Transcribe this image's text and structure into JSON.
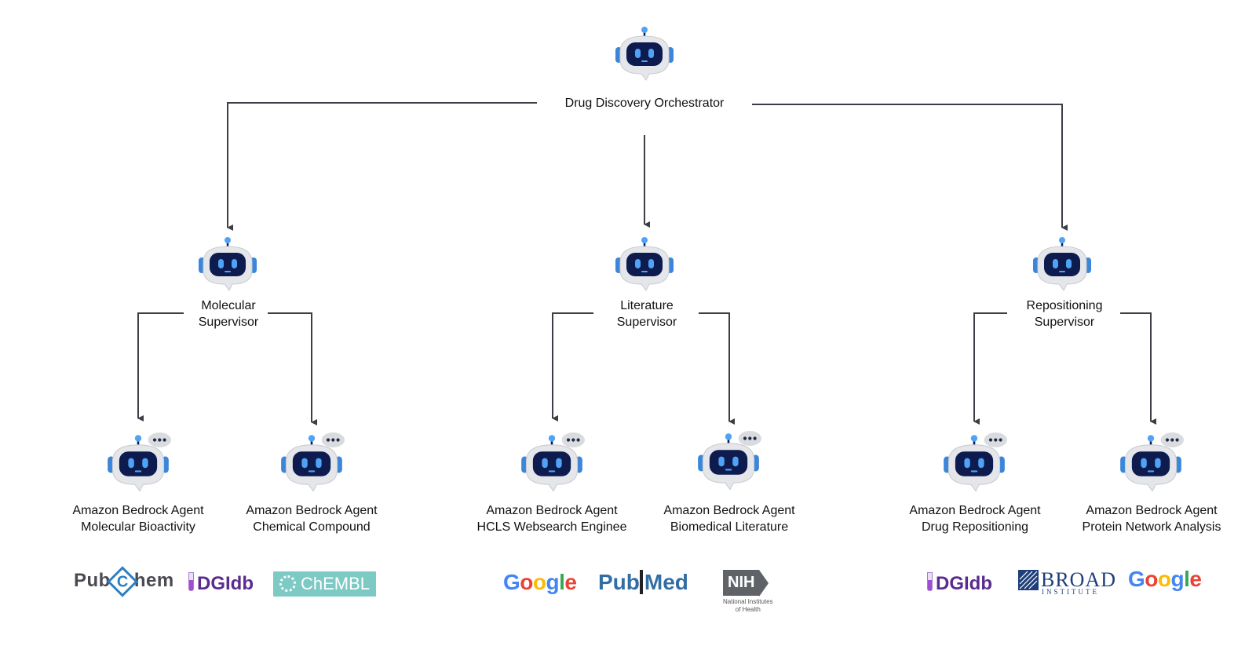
{
  "diagram": {
    "orchestrator": {
      "label": "Drug Discovery Orchestrator"
    },
    "supervisors": [
      {
        "id": "molecular",
        "line1": "Molecular",
        "line2": "Supervisor"
      },
      {
        "id": "literature",
        "line1": "Literature",
        "line2": "Supervisor"
      },
      {
        "id": "repositioning",
        "line1": "Repositioning",
        "line2": "Supervisor"
      }
    ],
    "agents": [
      {
        "line1": "Amazon Bedrock Agent",
        "line2": "Molecular Bioactivity"
      },
      {
        "line1": "Amazon Bedrock Agent",
        "line2": "Chemical Compound"
      },
      {
        "line1": "Amazon Bedrock Agent",
        "line2": "HCLS Websearch Enginee"
      },
      {
        "line1": "Amazon Bedrock Agent",
        "line2": "Biomedical Literature"
      },
      {
        "line1": "Amazon Bedrock Agent",
        "line2": "Drug Repositioning"
      },
      {
        "line1": "Amazon Bedrock Agent",
        "line2": "Protein Network Analysis"
      }
    ],
    "logos": {
      "pubchem": {
        "pre": "Pub",
        "c": "C",
        "post": "hem"
      },
      "dgidb": "DGIdb",
      "chembl": "ChEMBL",
      "google": [
        "G",
        "o",
        "o",
        "g",
        "l",
        "e"
      ],
      "google_colors": [
        "#4285F4",
        "#EA4335",
        "#FBBC05",
        "#4285F4",
        "#34A853",
        "#EA4335"
      ],
      "pubmed": {
        "pre": "Pub",
        "post": "Med"
      },
      "nih": {
        "mark": "NIH",
        "sub1": "National Institutes",
        "sub2": "of Health"
      },
      "broad": {
        "name": "BROAD",
        "sub": "INSTITUTE"
      }
    },
    "colors": {
      "connector": "#3b3f45",
      "robot_screen": "#0d1b4f",
      "robot_eyes": "#4fa3f7",
      "robot_ears": "#3b86d9",
      "robot_body": "#e4e6ea"
    }
  }
}
